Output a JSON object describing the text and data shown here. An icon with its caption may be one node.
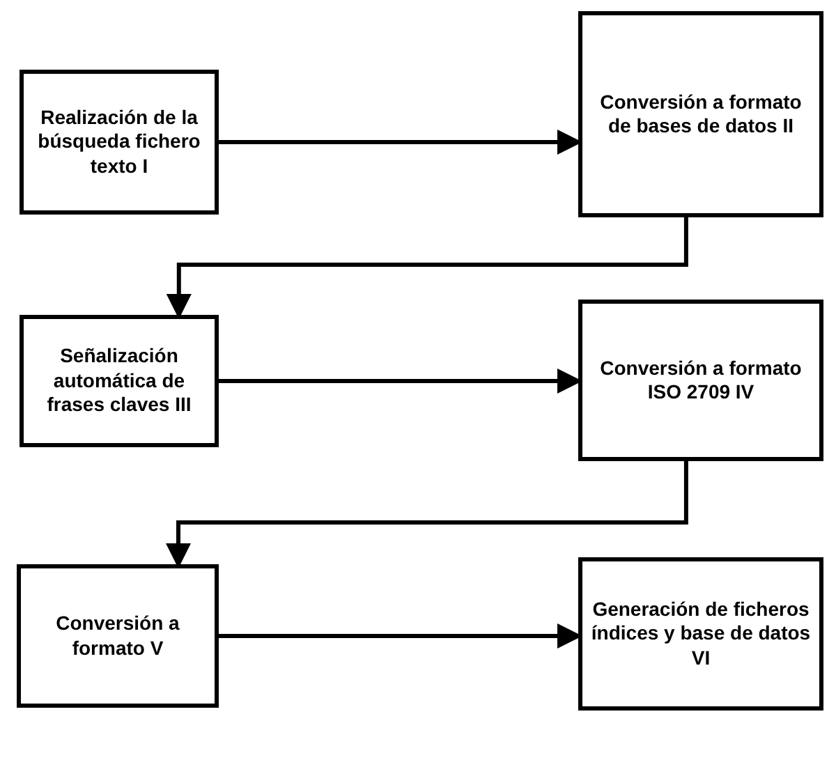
{
  "diagram": {
    "nodes": [
      {
        "text": [
          "Realización de la búsqueda fichero texto I"
        ]
      },
      {
        "text": [
          "Conversión a formato de bases de datos II"
        ]
      },
      {
        "text": [
          "Señalización automática de frases claves III"
        ]
      },
      {
        "text": [
          "Conversión a formato ISO 2709 IV"
        ]
      },
      {
        "text": [
          "Conversión a formato V"
        ]
      },
      {
        "text": [
          "Generación de ficheros índices y base de datos VI"
        ]
      }
    ],
    "edges": [
      {
        "from": 0,
        "to": 1,
        "arrow": "to"
      },
      {
        "from": 1,
        "to": 2,
        "arrow": "to"
      },
      {
        "from": 2,
        "to": 3,
        "arrow": "to"
      },
      {
        "from": 3,
        "to": 4,
        "arrow": "to"
      },
      {
        "from": 4,
        "to": 5,
        "arrow": "to"
      }
    ]
  }
}
